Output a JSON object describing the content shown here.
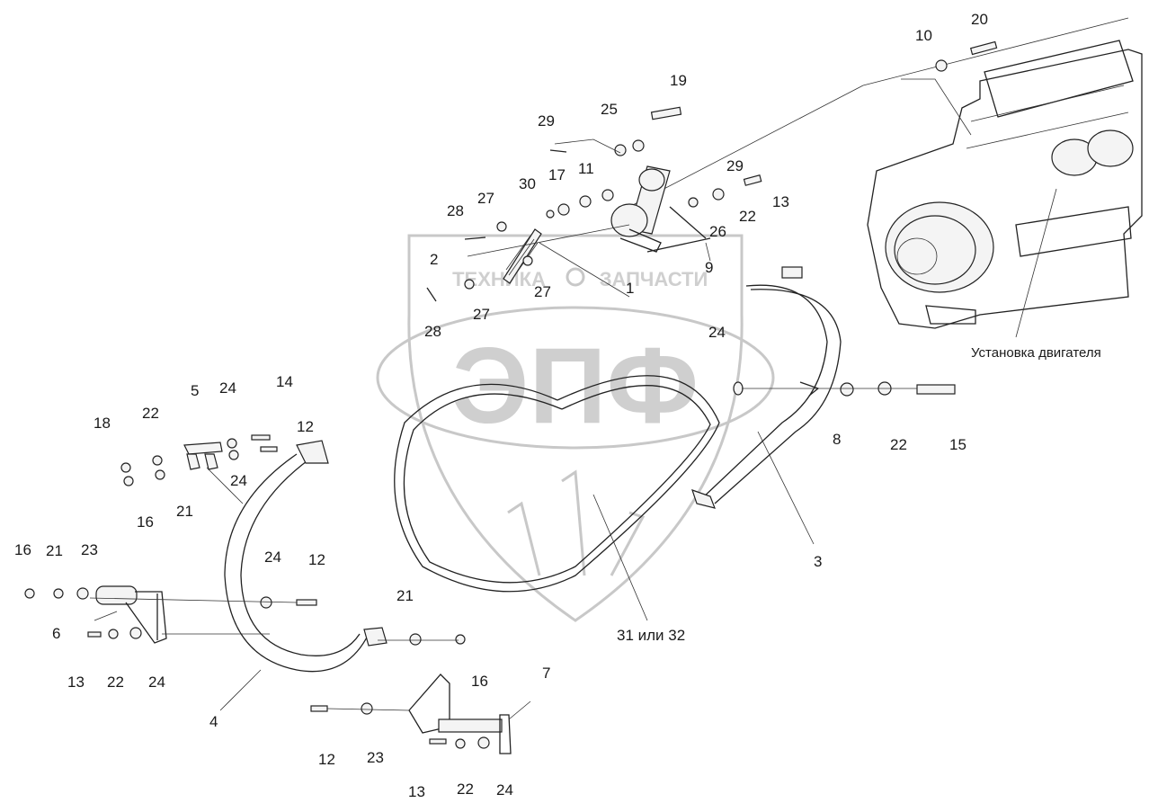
{
  "diagram": {
    "caption": "Установка двигателя",
    "labels": [
      {
        "id": "l20",
        "text": "20"
      },
      {
        "id": "l10",
        "text": "10"
      },
      {
        "id": "l19",
        "text": "19"
      },
      {
        "id": "l25",
        "text": "25"
      },
      {
        "id": "l29a",
        "text": "29"
      },
      {
        "id": "l29b",
        "text": "29"
      },
      {
        "id": "l17",
        "text": "17"
      },
      {
        "id": "l11",
        "text": "11"
      },
      {
        "id": "l30",
        "text": "30"
      },
      {
        "id": "l27a",
        "text": "27"
      },
      {
        "id": "l28a",
        "text": "28"
      },
      {
        "id": "l13a",
        "text": "13"
      },
      {
        "id": "l22a",
        "text": "22"
      },
      {
        "id": "l26",
        "text": "26"
      },
      {
        "id": "l2",
        "text": "2"
      },
      {
        "id": "l9",
        "text": "9"
      },
      {
        "id": "l1",
        "text": "1"
      },
      {
        "id": "l27b",
        "text": "27"
      },
      {
        "id": "l27c",
        "text": "27"
      },
      {
        "id": "l28b",
        "text": "28"
      },
      {
        "id": "l24a",
        "text": "24"
      },
      {
        "id": "l5",
        "text": "5"
      },
      {
        "id": "l24b",
        "text": "24"
      },
      {
        "id": "l14",
        "text": "14"
      },
      {
        "id": "l22b",
        "text": "22"
      },
      {
        "id": "l18",
        "text": "18"
      },
      {
        "id": "l12a",
        "text": "12"
      },
      {
        "id": "l24c",
        "text": "24"
      },
      {
        "id": "l16a",
        "text": "16"
      },
      {
        "id": "l21a",
        "text": "21"
      },
      {
        "id": "l8",
        "text": "8"
      },
      {
        "id": "l22c",
        "text": "22"
      },
      {
        "id": "l15",
        "text": "15"
      },
      {
        "id": "l16b",
        "text": "16"
      },
      {
        "id": "l21b",
        "text": "21"
      },
      {
        "id": "l23a",
        "text": "23"
      },
      {
        "id": "l24d",
        "text": "24"
      },
      {
        "id": "l12b",
        "text": "12"
      },
      {
        "id": "l3",
        "text": "3"
      },
      {
        "id": "l6",
        "text": "6"
      },
      {
        "id": "l21c",
        "text": "21"
      },
      {
        "id": "l13b",
        "text": "13"
      },
      {
        "id": "l22d",
        "text": "22"
      },
      {
        "id": "l24e",
        "text": "24"
      },
      {
        "id": "l16c",
        "text": "16"
      },
      {
        "id": "l3132",
        "text": "31 или 32"
      },
      {
        "id": "l7",
        "text": "7"
      },
      {
        "id": "l4",
        "text": "4"
      },
      {
        "id": "l12c",
        "text": "12"
      },
      {
        "id": "l23b",
        "text": "23"
      },
      {
        "id": "l13c",
        "text": "13"
      },
      {
        "id": "l22e",
        "text": "22"
      },
      {
        "id": "l24f",
        "text": "24"
      }
    ]
  },
  "watermark": {
    "brand_left": "ТЕХНИКА",
    "brand_right": "ЗАПЧАСТИ",
    "logo_letters": "ЭПФ"
  },
  "colors": {
    "line": "#222222",
    "watermark": "#c8c8c8",
    "background": "#ffffff"
  }
}
